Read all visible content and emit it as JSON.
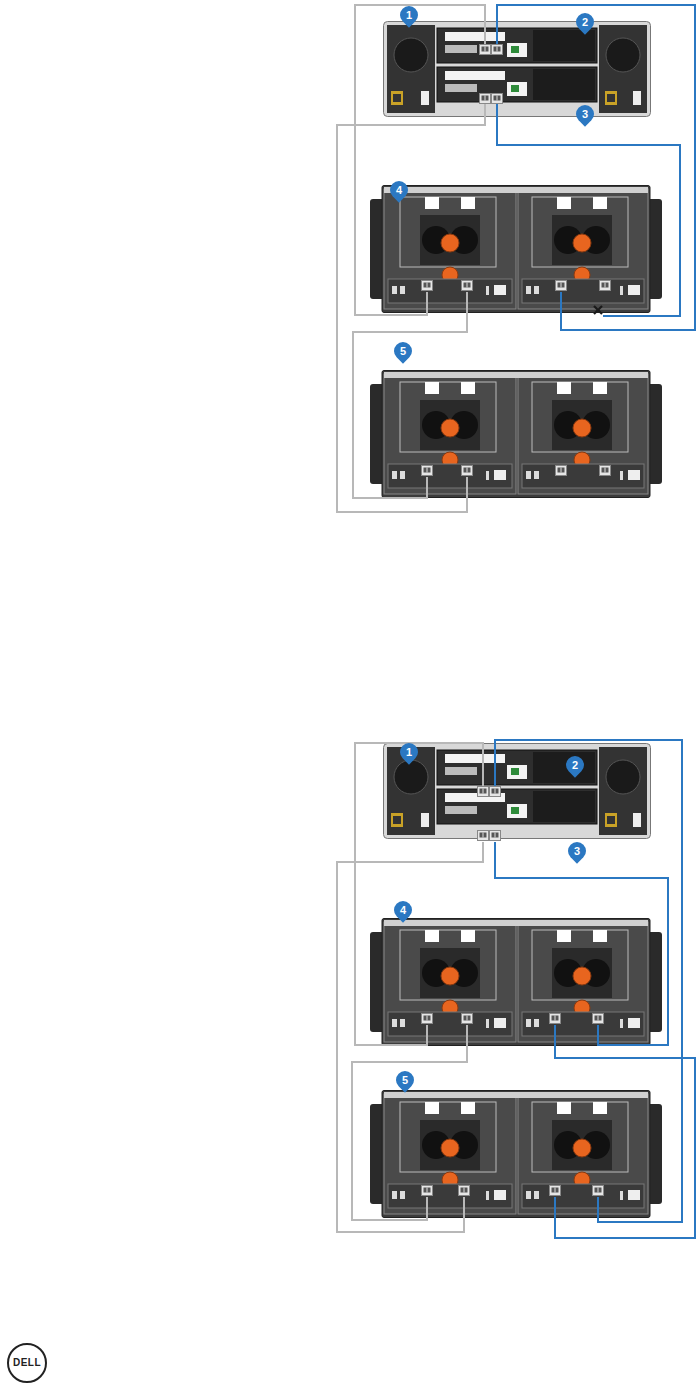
{
  "diagram": {
    "labels": [
      "1",
      "2",
      "3",
      "4",
      "5",
      "1",
      "2",
      "3",
      "4",
      "5",
      "DELL"
    ]
  }
}
